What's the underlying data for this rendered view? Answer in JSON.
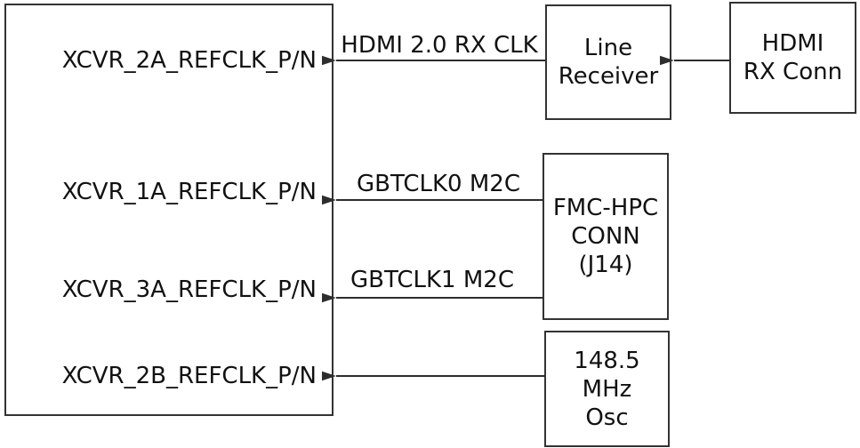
{
  "diagram": {
    "background_color": "#ffffff",
    "line_color": "#2d2d2d",
    "text_color": "#111111",
    "main_block": {
      "ports": [
        {
          "label": "XCVR_2A_REFCLK_P/N"
        },
        {
          "label": "XCVR_1A_REFCLK_P/N"
        },
        {
          "label": "XCVR_3A_REFCLK_P/N"
        },
        {
          "label": "XCVR_2B_REFCLK_P/N"
        }
      ]
    },
    "blocks": {
      "line_receiver": {
        "lines": [
          "Line",
          "Receiver"
        ]
      },
      "hdmi_rx_conn": {
        "lines": [
          "HDMI",
          "RX Conn"
        ]
      },
      "fmc_hpc_conn": {
        "lines": [
          "FMC-HPC",
          "CONN",
          "(J14)"
        ]
      },
      "osc": {
        "lines": [
          "148.5 MHz",
          "Osc"
        ]
      }
    },
    "signals": [
      {
        "label": "HDMI 2.0 RX CLK",
        "from": "Line Receiver",
        "to": "XCVR_2A_REFCLK_P/N"
      },
      {
        "label": "GBTCLK0 M2C",
        "from": "FMC-HPC CONN (J14)",
        "to": "XCVR_1A_REFCLK_P/N"
      },
      {
        "label": "GBTCLK1 M2C",
        "from": "FMC-HPC CONN (J14)",
        "to": "XCVR_3A_REFCLK_P/N"
      },
      {
        "label": "",
        "from": "148.5 MHz Osc",
        "to": "XCVR_2B_REFCLK_P/N"
      },
      {
        "label": "",
        "from": "HDMI RX Conn",
        "to": "Line Receiver"
      }
    ]
  }
}
